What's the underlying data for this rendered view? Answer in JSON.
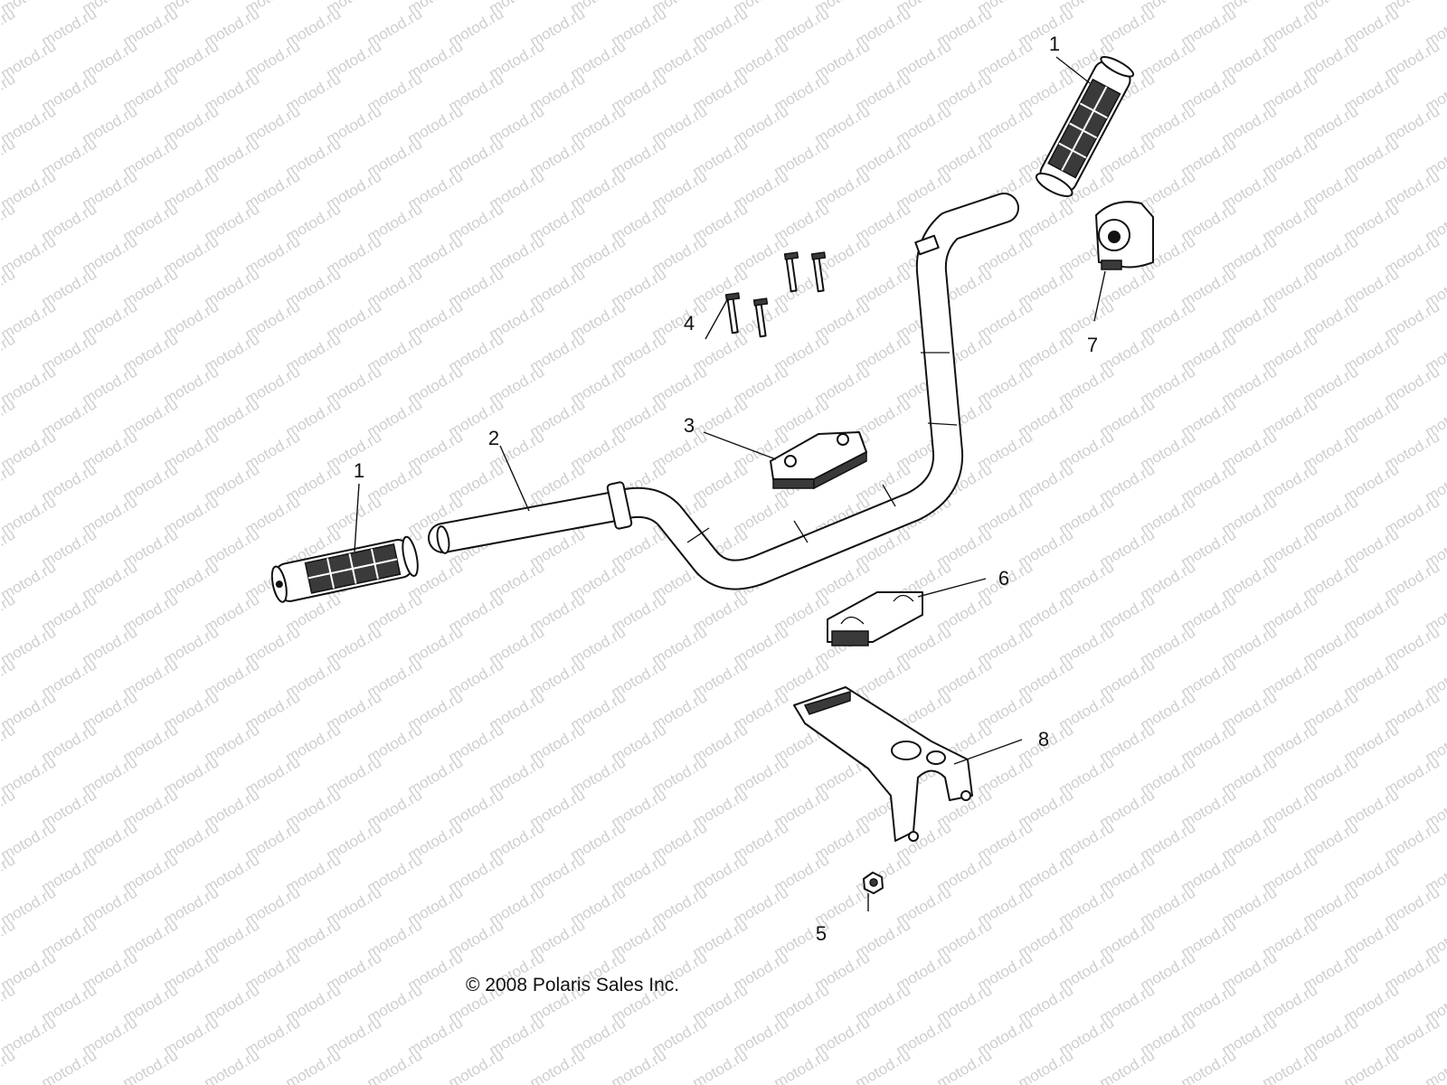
{
  "watermark": {
    "text": "motod.ru",
    "color": "#cfcfcf"
  },
  "callouts": {
    "grip_left": "1",
    "grip_right": "1",
    "handlebar": "2",
    "upper_clamp": "3",
    "bolts": "4",
    "nut": "5",
    "lower_clamp": "6",
    "cover": "7",
    "bracket": "8"
  },
  "copyright": "© 2008 Polaris Sales Inc."
}
